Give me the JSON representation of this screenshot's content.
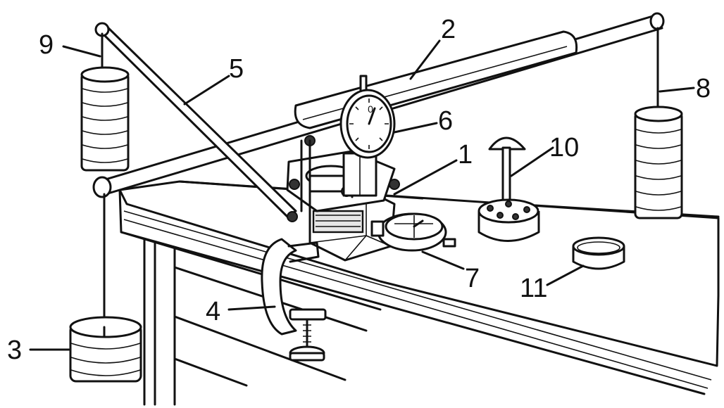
{
  "figure": {
    "callouts": [
      {
        "id": "c1",
        "text": "1"
      },
      {
        "id": "c2",
        "text": "2"
      },
      {
        "id": "c3",
        "text": "3"
      },
      {
        "id": "c4",
        "text": "4"
      },
      {
        "id": "c5",
        "text": "5"
      },
      {
        "id": "c6",
        "text": "6"
      },
      {
        "id": "c7",
        "text": "7"
      },
      {
        "id": "c8",
        "text": "8"
      },
      {
        "id": "c9",
        "text": "9"
      },
      {
        "id": "c10",
        "text": "10"
      },
      {
        "id": "c11",
        "text": "11"
      }
    ],
    "dial_large_digit": "0"
  },
  "colors": {
    "ink": "#111111",
    "paper": "#ffffff",
    "shade": "#e6e6e6"
  },
  "icons": {
    "weight_stack": "stacked-disc-weights",
    "dial_gauge": "dial-indicator",
    "clamp": "c-clamp",
    "stamp": "round-stamp-with-handle",
    "ring": "sample-ring"
  }
}
